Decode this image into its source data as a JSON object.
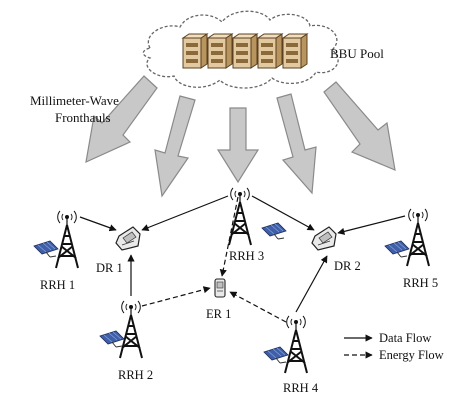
{
  "pool": {
    "label": "BBU Pool",
    "server_count": 5
  },
  "fronthaul": {
    "label_line1": "Millimeter-Wave",
    "label_line2": "Fronthauls"
  },
  "nodes": {
    "rrh1": "RRH 1",
    "rrh2": "RRH 2",
    "rrh3": "RRH 3",
    "rrh4": "RRH 4",
    "rrh5": "RRH 5",
    "dr1": "DR 1",
    "dr2": "DR 2",
    "er1": "ER 1"
  },
  "legend": {
    "data_flow": "Data Flow",
    "energy_flow": "Energy Flow"
  },
  "colors": {
    "arrow_fill": "#c8c8c8",
    "arrow_stroke": "#8a8a8a",
    "line": "#111111",
    "cabinet": "#e2c9a0",
    "panel": "#3f5fa8"
  }
}
